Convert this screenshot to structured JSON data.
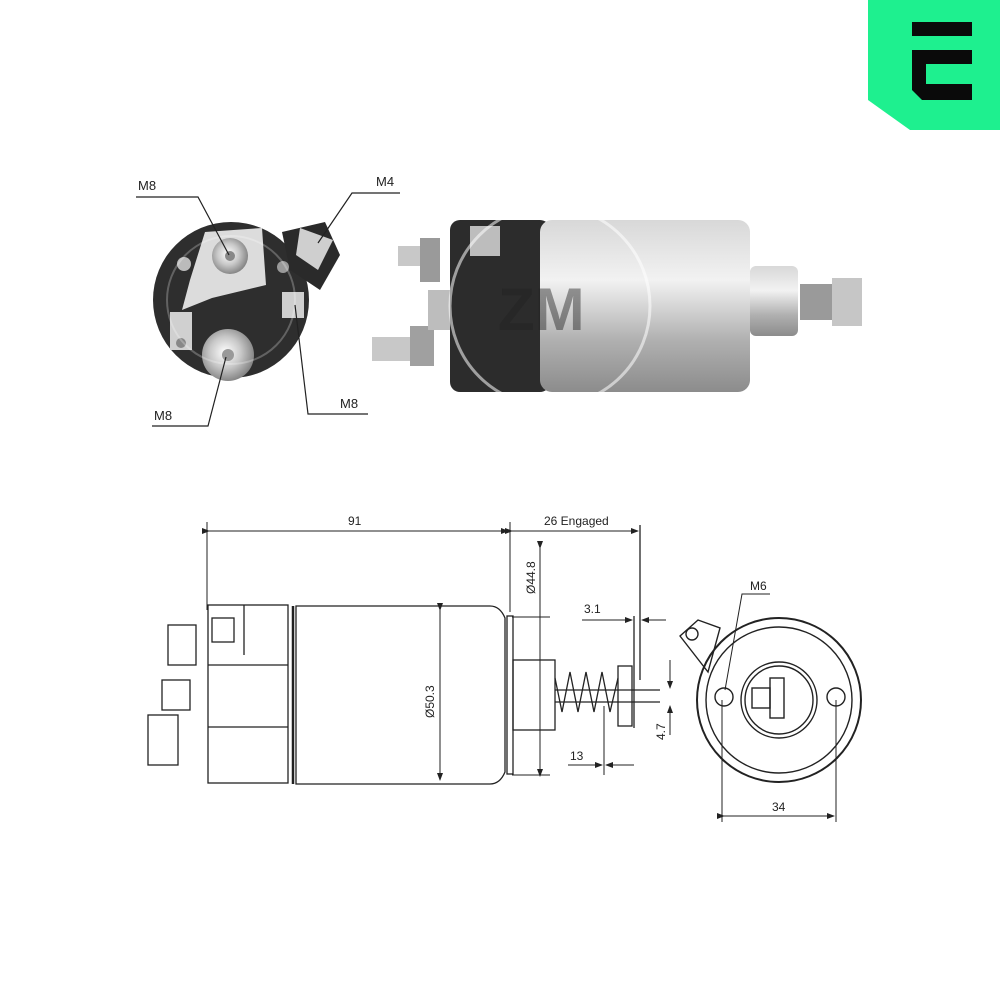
{
  "brand": {
    "logo_letter": "E",
    "logo_color": "#1ef08f",
    "logo_ink": "#0a0a0a"
  },
  "photo_end_view": {
    "callouts": [
      {
        "label": "M8",
        "position": "top-left"
      },
      {
        "label": "M4",
        "position": "top-right"
      },
      {
        "label": "M8",
        "position": "bottom-left"
      },
      {
        "label": "M8",
        "position": "bottom-right"
      }
    ]
  },
  "photo_side_view": {
    "watermark": "ZM"
  },
  "technical_drawing": {
    "dimensions": {
      "overall_length": "91",
      "engaged_travel": "26 Engaged",
      "plunger_diameter": "Ø44.8",
      "body_diameter": "Ø50.3",
      "stroke_gap": "3.1",
      "spring_length": "13",
      "pin_offset": "4.7",
      "mount_spacing": "34",
      "mount_thread": "M6"
    }
  },
  "colors": {
    "line": "#222222",
    "body_metal": "#b8b8b8",
    "dark_cap": "#3a3a3a"
  }
}
